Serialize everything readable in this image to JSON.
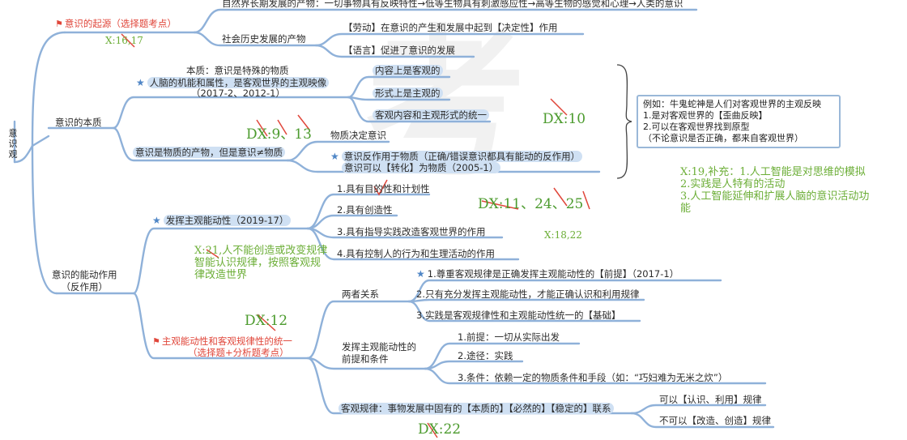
{
  "root": "意识观",
  "branch1": {
    "title": "意识的起源（选择题考点）",
    "nature_product": "自然界长期发展的产物：一切事物具有反映特性→低等生物具有刺激感应性→高等生物的感觉和心理→人类的意识",
    "social_product": "社会历史发展的产物",
    "labor": "【劳动】在意识的产生和发展中起到【决定性】作用",
    "language": "【语言】促进了意识的发展"
  },
  "branch2": {
    "title": "意识的本质",
    "essence_label": "本质：意识是特殊的物质",
    "brain": "人脑的机能和属性，是客观世界的主观映像",
    "brain_years": "（2017-2、2012-1）",
    "content_objective": "内容上是客观的",
    "form_subjective": "形式上是主观的",
    "unity": "客观内容和主观形式的统一",
    "product": "意识是物质的产物，但是意识≠物质",
    "matter_decides": "物质决定意识",
    "reaction_1": "意识反作用于物质（正确/错误意识都具有能动的反作用）",
    "reaction_2": "意识可以【转化】为物质（2005-1）",
    "example_title": "例如：牛鬼蛇神是人们对客观世界的主观反映",
    "example_1": "1.是对客观世界的【歪曲反映】",
    "example_2": "2.可以在客观世界找到原型",
    "example_3": "（不论意识是否正确，都来自客观世界）"
  },
  "branch3": {
    "title_1": "意识的能动作用",
    "title_2": "（反作用）",
    "subjective": "发挥主观能动性（2019-17）",
    "items": [
      "1.具有目的性和计划性",
      "2.具有创造性",
      "3.具有指导实践改造客观世界的作用",
      "4.具有控制人的行为和生理活动的作用"
    ],
    "unity_title_1": "主观能动性和客观规律性的统一",
    "unity_title_2": "（选择题+分析题考点）",
    "relation": "两者关系",
    "relation_items": [
      "1.尊重客观规律是正确发挥主观能动性的【前提】（2017-1）",
      "2.只有充分发挥主观能动性，才能正确认识和利用规律",
      "3.实践是客观规律性和主观能动性统一的【基础】"
    ],
    "conditions_1": "发挥主观能动性的",
    "conditions_2": "前提和条件",
    "condition_items": [
      "1.前提：一切从实际出发",
      "2.途径：实践",
      "3.条件：依赖一定的物质条件和手段（如：“巧妇难为无米之炊”）"
    ],
    "law": "客观规律：事物发展中固有的【本质的】【必然的】【稳定的】联系",
    "can": "可以【认识、利用】规律",
    "cannot": "不可以【改造、创造】规律"
  },
  "annotations": {
    "x16": "X:16,17",
    "dx9": "DX:9、13",
    "dx10": "DX:10",
    "x19_1": "X:19,补充：1.人工智能是对思维的模拟",
    "x19_2": "2.实践是人特有的活动",
    "x19_3": "3.人工智能延伸和扩展人脑的意识活动功",
    "x19_4": "能",
    "dx11": "DX:11、24、25",
    "x18": "X:18,22",
    "x21_1": "X:21,人不能创造或改变规律",
    "x21_2": "智能认识规律，按照客观规",
    "x21_3": "律改造世界",
    "dx12": "DX:12",
    "dx22": "DX:22"
  },
  "watermark": "考"
}
